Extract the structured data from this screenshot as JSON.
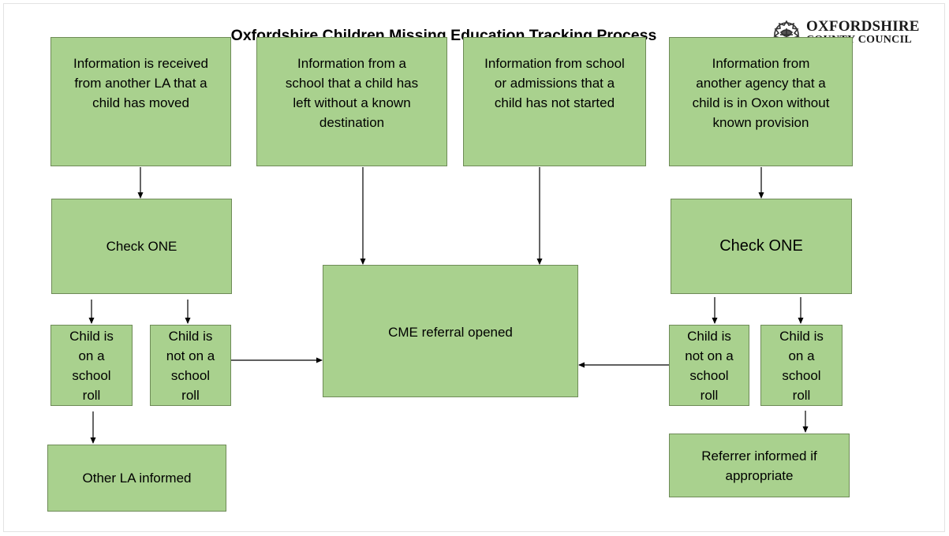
{
  "title": "Oxfordshire Children Missing Education Tracking Process",
  "logo": {
    "line1": "OXFORDSHIRE",
    "line2": "COUNTY COUNCIL",
    "icon": "county-crest-icon"
  },
  "boxes": {
    "info_la": "Information is received\nfrom another LA that a\nchild has moved",
    "info_school": "Information from a\nschool that a child has\nleft without a known\ndestination",
    "info_admissions": "Information from school\nor admissions that a\nchild has not started",
    "info_agency": "Information from\nanother agency that a\nchild is in Oxon without\nknown provision",
    "check_left": "Check ONE",
    "check_right": "Check ONE",
    "cme_referral": "CME referral opened",
    "left_on_roll": "Child is\non a\nschool\nroll",
    "left_not_on_roll": "Child is\nnot on a\nschool\nroll",
    "right_not_on_roll": "Child is\nnot on a\nschool\nroll",
    "right_on_roll": "Child is\non a\nschool\nroll",
    "other_la": "Other LA informed",
    "referrer": "Referrer informed if\nappropriate"
  },
  "colors": {
    "box_fill": "#a9d18e",
    "box_border": "#6e8b57",
    "arrow": "#000000"
  }
}
